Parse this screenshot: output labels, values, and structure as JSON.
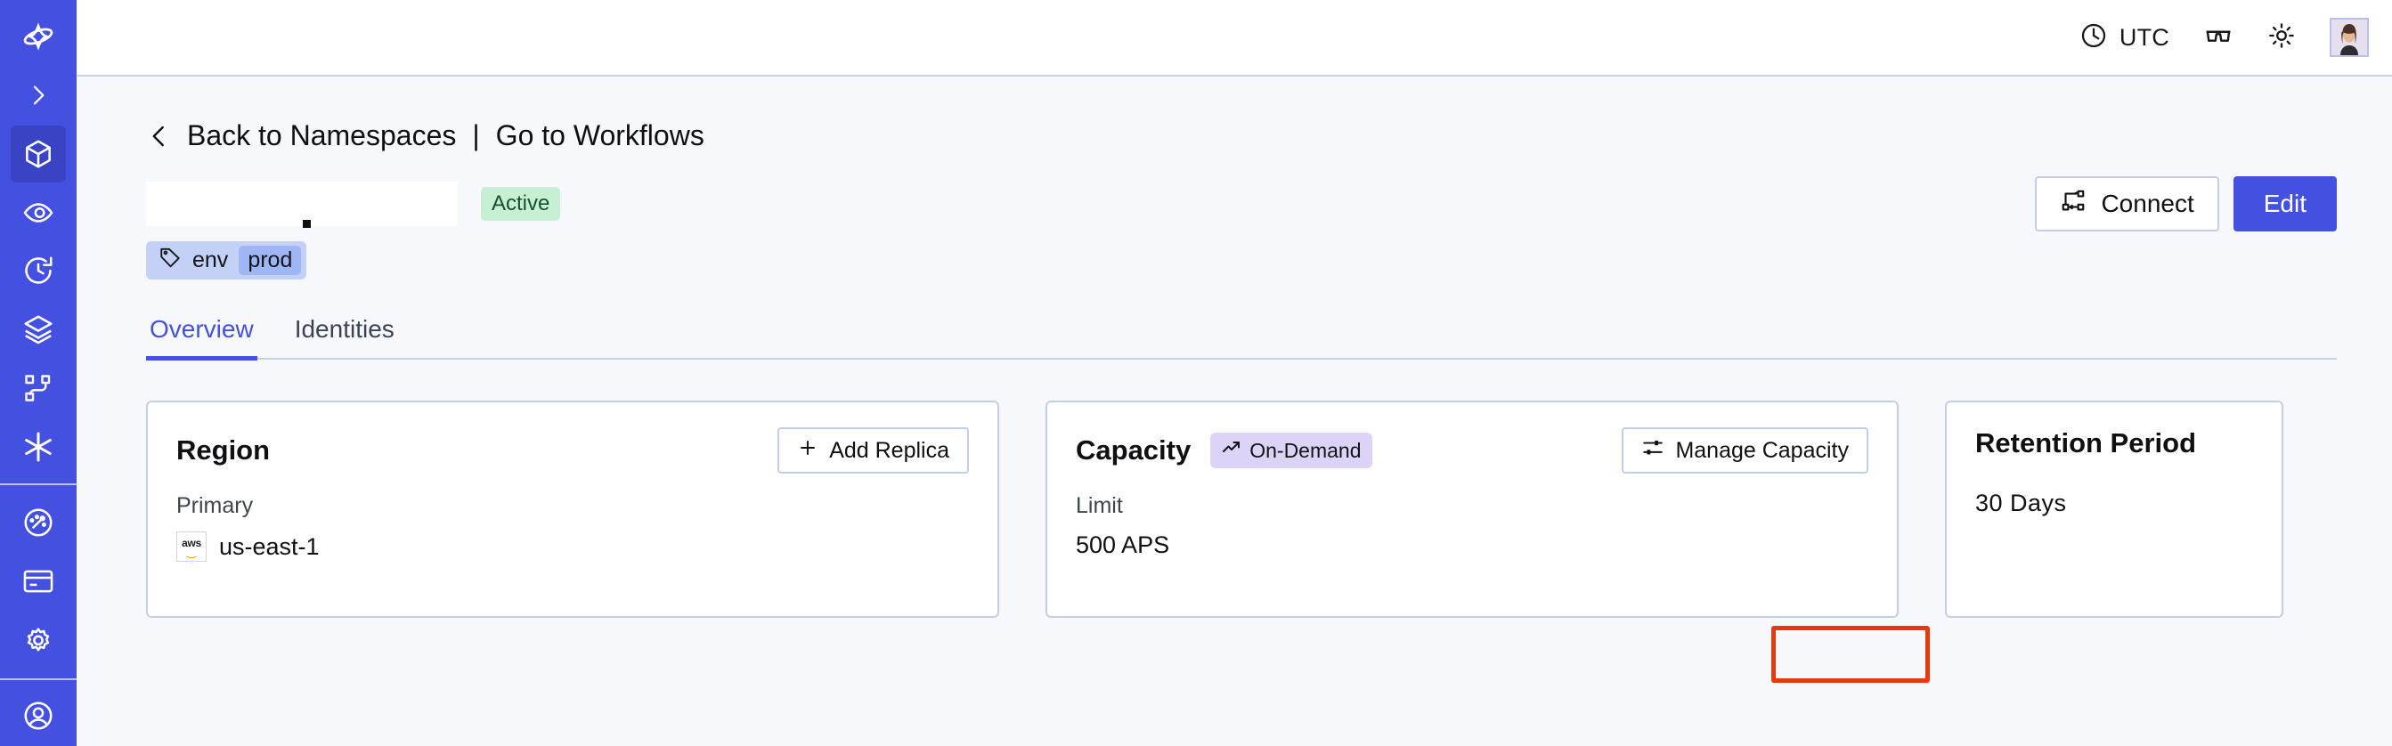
{
  "sidebar": {
    "items": [
      {
        "name": "logo",
        "icon": "temporal-logo-icon",
        "active": false
      },
      {
        "name": "expand",
        "icon": "chevron-right-icon",
        "active": false
      },
      {
        "name": "namespaces",
        "icon": "cube-icon",
        "active": true
      },
      {
        "name": "observability",
        "icon": "eye-icon",
        "active": false
      },
      {
        "name": "schedules",
        "icon": "clock-rewind-icon",
        "active": false
      },
      {
        "name": "layers",
        "icon": "layers-icon",
        "active": false
      },
      {
        "name": "workflows",
        "icon": "git-branch-icon",
        "active": false
      },
      {
        "name": "integrations",
        "icon": "asterisk-icon",
        "active": false
      },
      {
        "name": "usage",
        "icon": "gauge-icon",
        "active": false
      },
      {
        "name": "billing",
        "icon": "credit-card-icon",
        "active": false
      },
      {
        "name": "settings",
        "icon": "gear-icon",
        "active": false
      },
      {
        "name": "account",
        "icon": "user-circle-icon",
        "active": false
      }
    ]
  },
  "topbar": {
    "timezone_label": "UTC",
    "clock_icon": "clock-icon",
    "glasses_icon": "glasses-icon",
    "theme_icon": "sun-icon",
    "avatar_icon": "user-avatar"
  },
  "breadcrumb": {
    "back_icon": "chevron-left-icon",
    "back_label": "Back to Namespaces",
    "separator": "|",
    "forward_label": "Go to Workflows"
  },
  "header": {
    "namespace_name": "",
    "status": "Active",
    "tag": {
      "icon": "tag-icon",
      "key": "env",
      "value": "prod"
    },
    "connect_label": "Connect",
    "connect_icon": "connect-icon",
    "edit_label": "Edit"
  },
  "tabs": [
    {
      "label": "Overview",
      "active": true
    },
    {
      "label": "Identities",
      "active": false
    }
  ],
  "cards": {
    "region": {
      "title": "Region",
      "action_label": "Add Replica",
      "action_icon": "plus-icon",
      "sub_label": "Primary",
      "provider_icon": "aws-icon",
      "provider_text": "aws",
      "value": "us-east-1"
    },
    "capacity": {
      "title": "Capacity",
      "badge_label": "On-Demand",
      "badge_icon": "trending-up-icon",
      "action_label": "Manage Capacity",
      "action_icon": "sliders-icon",
      "sub_label": "Limit",
      "value": "500 APS"
    },
    "retention": {
      "title": "Retention Period",
      "value": "30 Days"
    }
  },
  "colors": {
    "sidebar": "#4450e0",
    "accent": "#4450e0",
    "page_bg": "#f7f8fb",
    "card_border": "#c3cde8",
    "status_active_bg": "#c6efd4",
    "tag_bg": "#c3d1f7",
    "tag_value_bg": "#9fb6f5",
    "badge_ondemand_bg": "#ddd3f7",
    "highlight_outline": "#e8380d"
  }
}
